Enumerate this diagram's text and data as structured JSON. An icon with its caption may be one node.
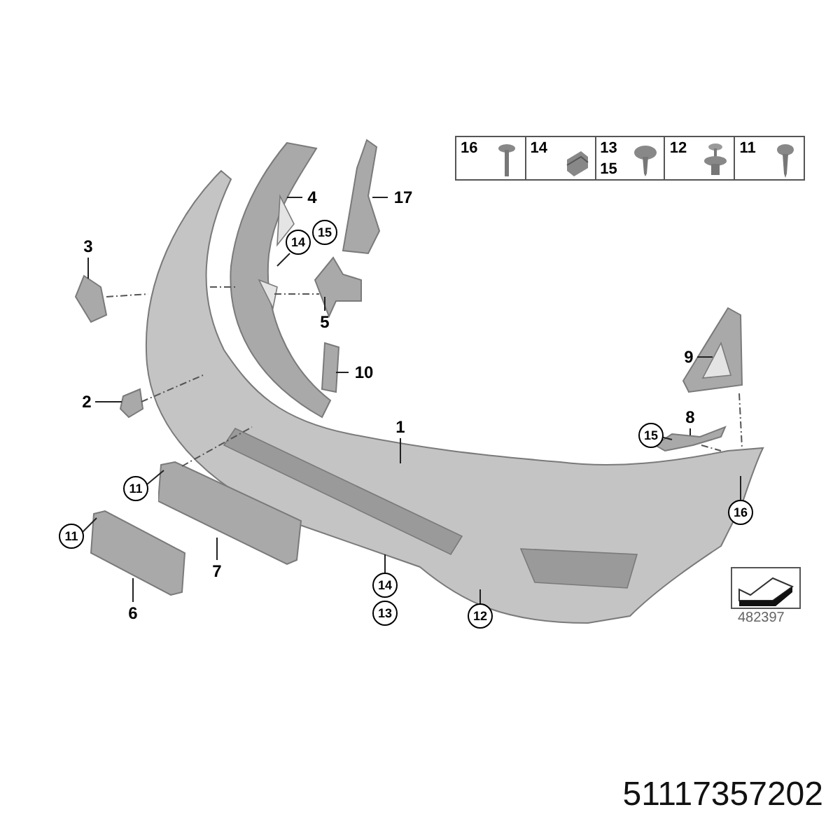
{
  "diagram": {
    "nodes": [
      {
        "text": [],
        "shape": "picture"
      },
      {
        "text": [],
        "shape": "picture"
      },
      {
        "text": [
          "4"
        ]
      },
      {
        "text": [
          "17"
        ]
      },
      {
        "text": [
          "14"
        ]
      },
      {
        "text": [
          "15"
        ]
      },
      {
        "text": [
          "3"
        ]
      },
      {
        "text": [],
        "shape": "picture"
      },
      {
        "text": [],
        "shape": "picture"
      },
      {
        "text": [],
        "shape": "picture"
      },
      {
        "text": [
          "5"
        ]
      },
      {
        "text": [],
        "shape": "picture"
      },
      {
        "text": [
          "10"
        ]
      },
      {
        "text": [
          "2"
        ]
      },
      {
        "text": [],
        "shape": "picture"
      },
      {
        "text": [
          "9"
        ]
      },
      {
        "text": [],
        "shape": "picture"
      },
      {
        "text": [
          "8"
        ]
      },
      {
        "text": [
          "15"
        ]
      },
      {
        "text": [],
        "shape": "picture"
      },
      {
        "text": [
          "1"
        ]
      },
      {
        "text": [
          "11"
        ]
      },
      {
        "text": [],
        "shape": "picture"
      },
      {
        "text": [
          "11"
        ]
      },
      {
        "text": [],
        "shape": "picture"
      },
      {
        "text": [
          "16"
        ]
      },
      {
        "text": [
          "7"
        ]
      },
      {
        "text": [
          "6"
        ]
      },
      {
        "text": [
          "14"
        ]
      },
      {
        "text": [
          "13"
        ]
      },
      {
        "text": [
          "12"
        ]
      }
    ],
    "edges": [
      {
        "from": 2,
        "to": 0,
        "arrow": "none"
      },
      {
        "from": 3,
        "to": 1,
        "arrow": "none"
      },
      {
        "from": 4,
        "to": 0,
        "arrow": "none"
      },
      {
        "from": 6,
        "to": 7,
        "arrow": "none"
      },
      {
        "from": 10,
        "to": 9,
        "arrow": "none"
      },
      {
        "from": 12,
        "to": 11,
        "arrow": "none"
      },
      {
        "from": 13,
        "to": 14,
        "arrow": "none"
      },
      {
        "from": 15,
        "to": 16,
        "arrow": "none"
      },
      {
        "from": 17,
        "to": 19,
        "arrow": "none"
      },
      {
        "from": 18,
        "to": 19,
        "arrow": "none"
      },
      {
        "from": 20,
        "to": 8,
        "arrow": "none"
      },
      {
        "from": 21,
        "to": 22,
        "arrow": "none"
      },
      {
        "from": 23,
        "to": 24,
        "arrow": "none"
      },
      {
        "from": 25,
        "to": 8,
        "arrow": "none"
      },
      {
        "from": 26,
        "to": 22,
        "arrow": "none"
      },
      {
        "from": 27,
        "to": 24,
        "arrow": "none"
      },
      {
        "from": 28,
        "to": 8,
        "arrow": "none"
      },
      {
        "from": 30,
        "to": 8,
        "arrow": "none"
      },
      {
        "from": 7,
        "to": 8,
        "arrow": "none",
        "style": "dashed"
      },
      {
        "from": 8,
        "to": 0,
        "arrow": "none",
        "style": "dashed"
      },
      {
        "from": 0,
        "to": 9,
        "arrow": "none",
        "style": "dashed"
      },
      {
        "from": 14,
        "to": 8,
        "arrow": "none",
        "style": "dashed"
      },
      {
        "from": 22,
        "to": 8,
        "arrow": "none",
        "style": "dashed"
      },
      {
        "from": 16,
        "to": 8,
        "arrow": "none",
        "style": "dashed"
      },
      {
        "from": 19,
        "to": 8,
        "arrow": "none",
        "style": "dashed"
      }
    ],
    "labels": [
      "16",
      "14",
      "13",
      "15",
      "12",
      "11",
      "482397",
      "51117357202"
    ]
  }
}
